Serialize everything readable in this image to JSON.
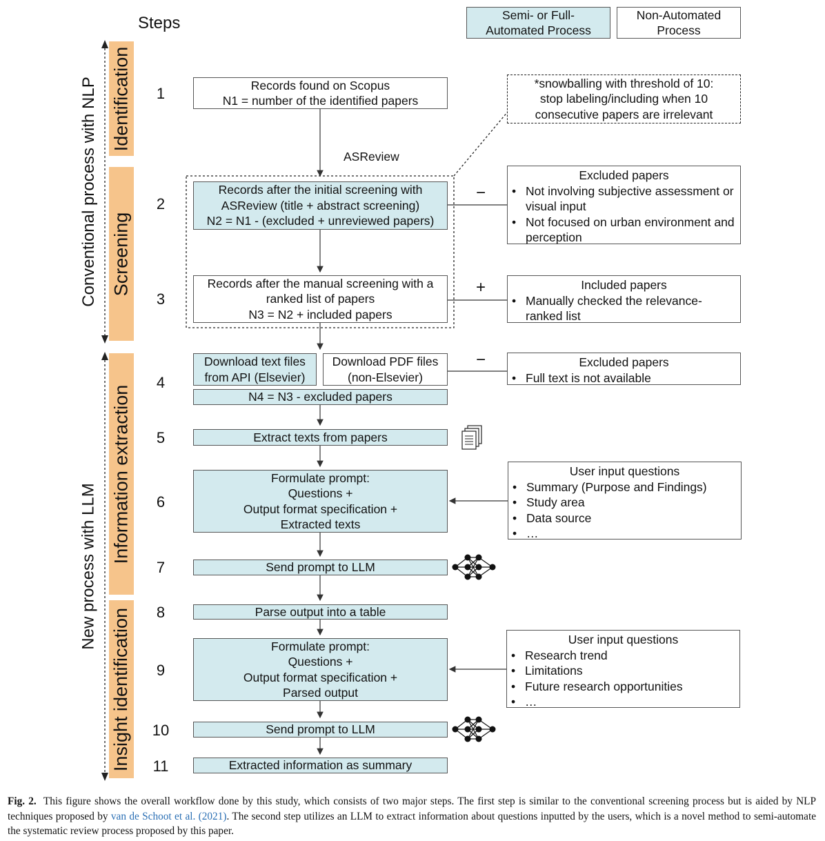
{
  "header": {
    "steps_label": "Steps",
    "legend_auto": "Semi- or Full-\nAutomated Process",
    "legend_manual": "Non-Automated\nProcess"
  },
  "processes": {
    "conventional": "Conventional process with NLP",
    "new": "New process with LLM"
  },
  "phases": {
    "identification": "Identification",
    "screening": "Screening",
    "information_extraction": "Information extraction",
    "insight_identification": "Insight identification"
  },
  "steps": [
    "1",
    "2",
    "3",
    "4",
    "5",
    "6",
    "7",
    "8",
    "9",
    "10",
    "11"
  ],
  "boxes": {
    "s1": "Records found on Scopus\nN1 =  number of the identified papers",
    "asreview": "ASReview",
    "s2": "Records after the initial screening with\nASReview (title + abstract screening)\nN2 = N1 - (excluded + unreviewed papers)",
    "s3": "Records after the manual screening with a\nranked list of papers\nN3 = N2 + included papers",
    "s4_api": "Download text files\nfrom API (Elsevier)",
    "s4_pdf": "Download PDF files\n(non-Elsevier)",
    "s4_n4": "N4 = N3 - excluded papers",
    "s5": "Extract texts from papers",
    "s6": "Formulate prompt:\nQuestions +\nOutput format specification +\nExtracted texts",
    "s7": "Send prompt to LLM",
    "s8": "Parse output into a table",
    "s9": "Formulate prompt:\nQuestions +\nOutput format specification +\nParsed output",
    "s10": "Send prompt to LLM",
    "s11": "Extracted information as summary"
  },
  "notes": {
    "snowball": "*snowballing with threshold of 10:\nstop labeling/including when 10\nconsecutive papers are irrelevant",
    "excl2_title": "Excluded papers",
    "excl2_items": [
      "Not involving subjective assessment or visual input",
      "Not focused on urban environment and perception"
    ],
    "incl3_title": "Included papers",
    "incl3_items": [
      "Manually checked the relevance-ranked list"
    ],
    "excl4_title": "Excluded papers",
    "excl4_items": [
      "Full text is not available"
    ],
    "uq6_title": "User input questions",
    "uq6_items": [
      "Summary (Purpose and Findings)",
      "Study area",
      "Data source",
      "…"
    ],
    "uq9_title": "User input questions",
    "uq9_items": [
      "Research trend",
      "Limitations",
      "Future research opportunities",
      "…"
    ]
  },
  "signs": {
    "minus": "−",
    "plus": "+"
  },
  "icons": [
    "document-stack-icon",
    "neural-network-icon"
  ],
  "colors": {
    "automated": "#d3eaee",
    "phase": "#f6c48b"
  },
  "caption": {
    "label": "Fig. 2.",
    "text1": "This figure shows the overall workflow done by this study, which consists of two major steps. The first step is similar to the conventional screening process but is aided by NLP techniques proposed by ",
    "link": "van de Schoot et al. (2021)",
    "text2": ". The second step utilizes an LLM to extract information about questions inputted by the users, which is a novel method to semi-automate the systematic review process proposed by this paper."
  }
}
